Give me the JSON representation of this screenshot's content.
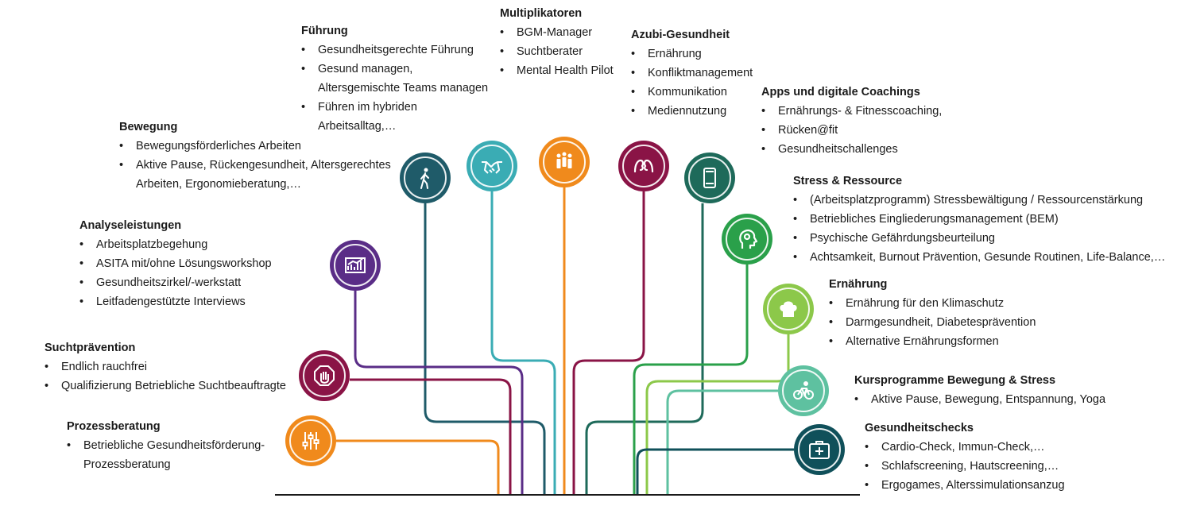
{
  "colors": {
    "teal_dark": "#1f5b69",
    "teal_light": "#3aacb4",
    "orange": "#f08a1c",
    "magenta": "#8a1446",
    "green_dark": "#1e6a5a",
    "green": "#2aa04a",
    "lime": "#8cc84a",
    "mint": "#5ec1a0",
    "purple": "#5a2d87",
    "navy_teal": "#10505a"
  },
  "categories": {
    "fuehrung": {
      "title": "Führung",
      "icon": "walking-person-icon",
      "items": [
        "Gesundheitsgerechte Führung",
        "Gesund managen,\nAltersgemischte Teams managen",
        "Führen im hybriden\nArbeitsalltag,…"
      ]
    },
    "multiplikatoren": {
      "title": "Multiplikatoren",
      "icon": "people-group-icon",
      "items": [
        "BGM-Manager",
        "Suchtberater",
        "Mental Health Pilot"
      ]
    },
    "azubi": {
      "title": "Azubi-Gesundheit",
      "icon": "two-faces-icon",
      "items": [
        "Ernährung",
        "Konfliktmanagement",
        "Kommunikation",
        "Mediennutzung"
      ]
    },
    "apps": {
      "title": "Apps und digitale Coachings",
      "icon": "smartphone-icon",
      "items": [
        "Ernährungs- & Fitnesscoaching,",
        "Rücken@fit",
        "Gesundheitschallenges"
      ]
    },
    "bewegung": {
      "title": "Bewegung",
      "icon": "handshake-icon",
      "items": [
        "Bewegungsförderliches Arbeiten",
        "Aktive Pause, Rückengesundheit, Altersgerechtes\nArbeiten, Ergonomieberatung,…"
      ]
    },
    "stress": {
      "title": "Stress & Ressource",
      "icon": "head-profile-icon",
      "items": [
        "(Arbeitsplatzprogramm) Stressbewältigung / Ressourcenstärkung",
        "Betriebliches Eingliederungsmanagement (BEM)",
        "Psychische Gefährdungsbeurteilung",
        "Achtsamkeit, Burnout Prävention, Gesunde Routinen, Life-Balance,…"
      ]
    },
    "analyse": {
      "title": "Analyseleistungen",
      "icon": "analytics-chart-icon",
      "items": [
        "Arbeitsplatzbegehung",
        "ASITA mit/ohne Lösungsworkshop",
        "Gesundheitszirkel/-werkstatt",
        "Leitfadengestützte Interviews"
      ]
    },
    "ernaehrung": {
      "title": "Ernährung",
      "icon": "chef-hat-icon",
      "items": [
        "Ernährung für den Klimaschutz",
        "Darmgesundheit, Diabetesprävention",
        "Alternative Ernährungsformen"
      ]
    },
    "sucht": {
      "title": "Suchtprävention",
      "icon": "stop-hand-icon",
      "items": [
        "Endlich rauchfrei",
        "Qualifizierung Betriebliche Suchtbeauftragte"
      ]
    },
    "kurs": {
      "title": "Kursprogramme Bewegung & Stress",
      "icon": "bicycle-icon",
      "items": [
        "Aktive Pause, Bewegung, Entspannung, Yoga"
      ]
    },
    "prozess": {
      "title": "Prozessberatung",
      "icon": "sliders-icon",
      "items": [
        "Betriebliche Gesundheitsförderung-\nProzessberatung"
      ]
    },
    "checks": {
      "title": "Gesundheitschecks",
      "icon": "medical-kit-icon",
      "items": [
        "Cardio-Check, Immun-Check,…",
        "Schlafscreening, Hautscreening,…",
        "Ergogames, Alterssimulationsanzug"
      ]
    }
  }
}
